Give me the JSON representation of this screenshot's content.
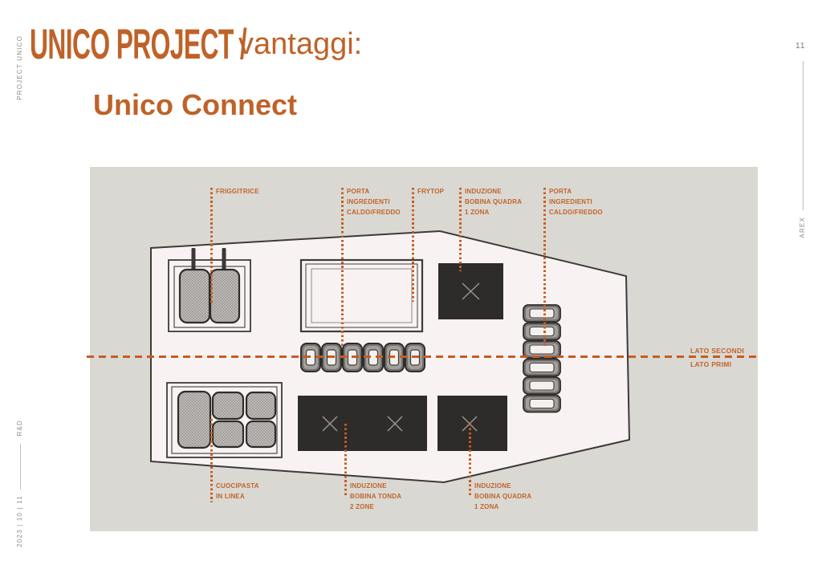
{
  "page": {
    "page_number": "11",
    "left_rail": {
      "top_label": "PROJECT UNICO",
      "rd_label": "R&D",
      "date_label": "2023 | 10 | 11"
    },
    "right_rail": {
      "brand": "AREX"
    }
  },
  "header": {
    "title_bold": "UNICO PROJECT /",
    "title_light": "vantaggi:",
    "subtitle": "Unico Connect"
  },
  "diagram": {
    "top_labels": {
      "friggitrice": [
        "FRIGGITRICE"
      ],
      "porta_left": [
        "PORTA",
        "INGREDIENTI",
        "CALDO/FREDDO"
      ],
      "frytop": [
        "FRYTOP"
      ],
      "induzione_quadra_top": [
        "INDUZIONE",
        "BOBINA QUADRA",
        "1 ZONA"
      ],
      "porta_right": [
        "PORTA",
        "INGREDIENTI",
        "CALDO/FREDDO"
      ]
    },
    "bottom_labels": {
      "cuocipasta": [
        "CUOCIPASTA",
        "IN LINEA"
      ],
      "induzione_tonda": [
        "INDUZIONE",
        "BOBINA TONDA",
        "2 ZONE"
      ],
      "induzione_quadra_bottom": [
        "INDUZIONE",
        "BOBINA QUADRA",
        "1 ZONA"
      ]
    },
    "divider": {
      "above": "LATO SECONDI",
      "below": "LATO PRIMI"
    },
    "colors": {
      "accent_orange": "#bf6228",
      "callout_orange": "#c75c20",
      "panel_gray": "#dad8d3",
      "worktop_surface": "#f8f3f2",
      "outline_dark": "#3d3b3a",
      "equipment_dark": "#2d2c2a"
    }
  }
}
